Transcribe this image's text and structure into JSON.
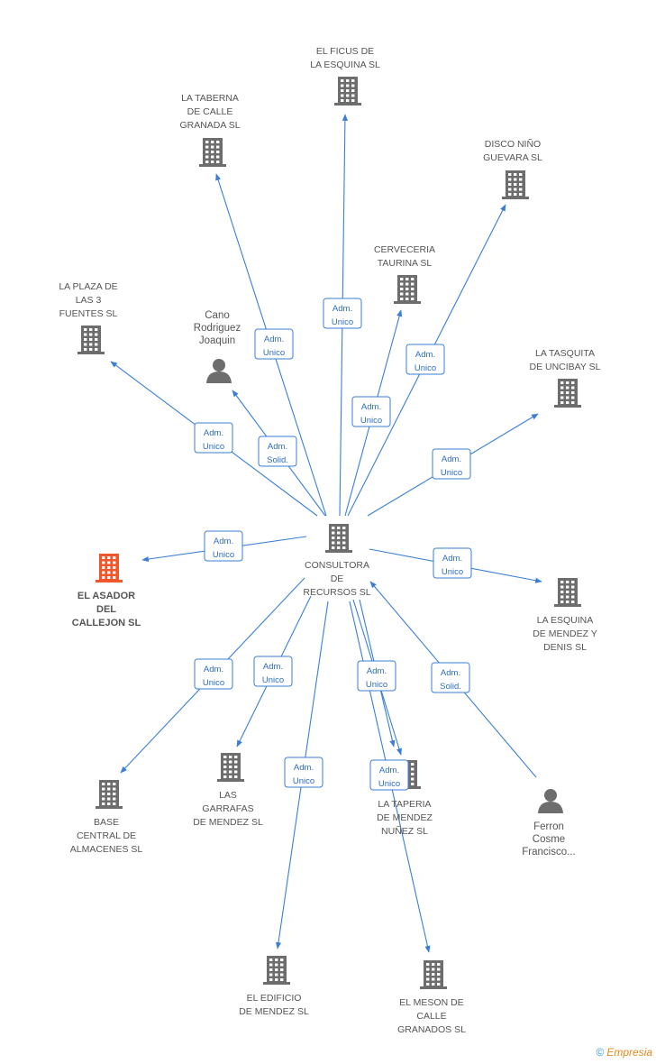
{
  "center": {
    "label": [
      "CONSULTORA",
      "DE",
      "RECURSOS SL"
    ]
  },
  "nodes": [
    {
      "id": "el-ficus",
      "kind": "company",
      "label": [
        "EL FICUS DE",
        "LA ESQUINA SL"
      ]
    },
    {
      "id": "la-taberna",
      "kind": "company",
      "label": [
        "LA TABERNA",
        "DE CALLE",
        "GRANADA SL"
      ]
    },
    {
      "id": "disco-nino",
      "kind": "company",
      "label": [
        "DISCO NIÑO",
        "GUEVARA SL"
      ]
    },
    {
      "id": "cerveceria",
      "kind": "company",
      "label": [
        "CERVECERIA",
        "TAURINA SL"
      ]
    },
    {
      "id": "la-plaza",
      "kind": "company",
      "label": [
        "LA PLAZA DE",
        "LAS 3",
        "FUENTES SL"
      ]
    },
    {
      "id": "cano",
      "kind": "person",
      "label": [
        "Cano",
        "Rodriguez",
        "Joaquin"
      ]
    },
    {
      "id": "la-tasquita",
      "kind": "company",
      "label": [
        "LA TASQUITA",
        "DE UNCIBAY SL"
      ]
    },
    {
      "id": "el-asador",
      "kind": "company-focus",
      "label": [
        "EL ASADOR",
        "DEL",
        "CALLEJON SL"
      ]
    },
    {
      "id": "la-esquina-mendez",
      "kind": "company",
      "label": [
        "LA ESQUINA",
        "DE MENDEZ Y",
        "DENIS SL"
      ]
    },
    {
      "id": "base-central",
      "kind": "company",
      "label": [
        "BASE",
        "CENTRAL DE",
        "ALMACENES SL"
      ]
    },
    {
      "id": "las-garrafas",
      "kind": "company",
      "label": [
        "LAS",
        "GARRAFAS",
        "DE MENDEZ SL"
      ]
    },
    {
      "id": "la-taperia",
      "kind": "company",
      "label": [
        "LA TAPERIA",
        "DE MENDEZ",
        "NUÑEZ SL"
      ]
    },
    {
      "id": "ferron",
      "kind": "person",
      "label": [
        "Ferron",
        "Cosme",
        "Francisco..."
      ]
    },
    {
      "id": "el-edificio",
      "kind": "company",
      "label": [
        "EL EDIFICIO",
        "DE MENDEZ SL"
      ]
    },
    {
      "id": "el-meson",
      "kind": "company",
      "label": [
        "EL MESON DE",
        "CALLE",
        "GRANADOS SL"
      ]
    }
  ],
  "edges": [
    {
      "target": "el-ficus",
      "label": [
        "Adm.",
        "Unico"
      ]
    },
    {
      "target": "la-taberna",
      "label": [
        "Adm.",
        "Unico"
      ]
    },
    {
      "target": "disco-nino",
      "label": [
        "Adm.",
        "Unico"
      ]
    },
    {
      "target": "cerveceria",
      "label": [
        "Adm.",
        "Unico"
      ]
    },
    {
      "target": "la-plaza",
      "label": [
        "Adm.",
        "Unico"
      ]
    },
    {
      "source": "cano",
      "label": [
        "Adm.",
        "Solid."
      ]
    },
    {
      "target": "la-tasquita",
      "label": [
        "Adm.",
        "Unico"
      ]
    },
    {
      "target": "el-asador",
      "label": [
        "Adm.",
        "Unico"
      ]
    },
    {
      "target": "la-esquina-mendez",
      "label": [
        "Adm.",
        "Unico"
      ]
    },
    {
      "target": "base-central",
      "label": [
        "Adm.",
        "Unico"
      ]
    },
    {
      "target": "las-garrafas",
      "label": [
        "Adm.",
        "Unico"
      ]
    },
    {
      "target": "la-taperia",
      "label": [
        "Adm.",
        "Unico"
      ]
    },
    {
      "source": "ferron",
      "label": [
        "Adm.",
        "Solid."
      ]
    },
    {
      "target": "el-edificio",
      "label": [
        "Adm.",
        "Unico"
      ]
    },
    {
      "target": "el-meson",
      "label": [
        "Adm.",
        "Unico"
      ]
    }
  ],
  "colors": {
    "edge": "#3a7fd5",
    "node": "#6d6d6d",
    "focus": "#f0552b"
  },
  "footer": {
    "copyright": "©",
    "brand": "Empresia"
  }
}
